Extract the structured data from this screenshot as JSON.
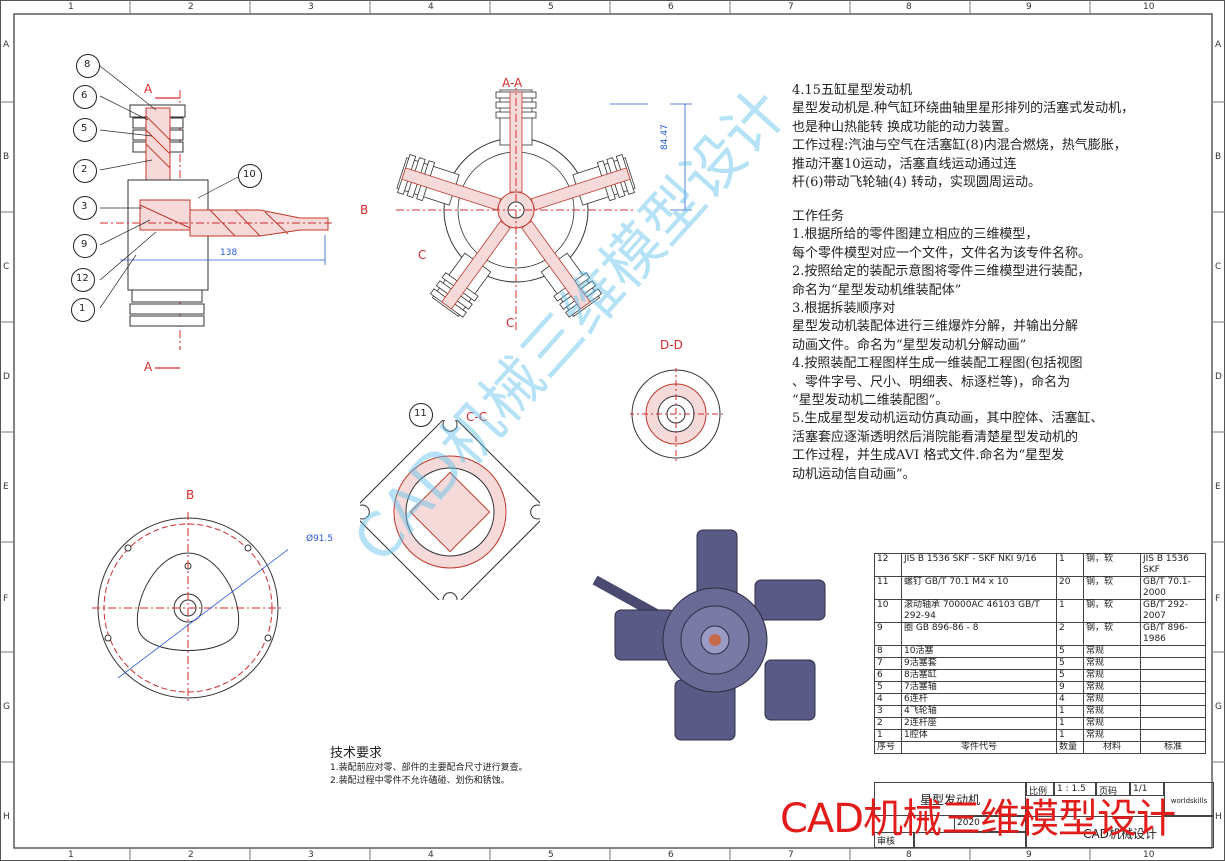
{
  "frame": {
    "columns": [
      "1",
      "2",
      "3",
      "4",
      "5",
      "6",
      "7",
      "8",
      "9",
      "10"
    ],
    "rows": [
      "A",
      "B",
      "C",
      "D",
      "E",
      "F",
      "G",
      "H"
    ]
  },
  "views": {
    "section_aa_label": "A-A",
    "view_b_label": "B",
    "section_cc_label": "C-C",
    "section_dd_label": "D-D",
    "cut_a_top": "A",
    "cut_a_bottom": "A",
    "cut_b_arrow": "B",
    "cut_c_left": "C",
    "cut_c_right": "C",
    "dim_height": "84.47",
    "dim_length": "138",
    "dim_diameter": "Ø91.5",
    "balloons": [
      "8",
      "6",
      "5",
      "2",
      "3",
      "9",
      "12",
      "1",
      "10",
      "11"
    ]
  },
  "description": {
    "lines": [
      "4.15五缸星型发动机",
      "星型发动机是.种气缸环绕曲轴里星形排列的活塞式发动机，",
      "也是种山热能转 换成功能的动力装置。",
      "工作过程:汽油与空气在活塞缸(8)内混合燃烧，热气膨胀，",
      "推动汗塞10运动，活塞直线运动通过连",
      "杆(6)带动飞轮轴(4) 转动，实现圆周运动。",
      "",
      "工作任务",
      "1.根据所给的零件图建立相应的三维模型，",
      "每个零件模型对应一个文件，文件名为该专件名称。",
      "2.按照给定的装配示意图将零件三维模型进行装配，",
      "命名为“星型发动机维装配体”",
      "3.根据拆装顺序对",
      "星型发动机装配体进行三维爆炸分解，并输出分解",
      "动画文件。命名为“星型发动机分解动画”",
      "4.按照装配工程图样生成一维装配工程图(包括视图",
      "、零件字号、尺小、明细表、标逐栏等)，命名为",
      "“星型发动机二维装配图”。",
      "5.生成星型发动机运动仿真动画，其中腔体、活塞缸、",
      "活塞套应逐渐透明然后消院能看清楚星型发动机的",
      "工作过程，并生成AVI 格式文件.命名为“星型发",
      "动机运动信自动画”。"
    ]
  },
  "requirements": {
    "title": "技术要求",
    "items": [
      "1.装配前应对零、部件的主要配合尺寸进行复查。",
      "2.装配过程中零件不允许磕碰、划伤和锈蚀。"
    ]
  },
  "bom": {
    "rows": [
      {
        "no": "12",
        "code": "JIS B 1536 SKF - SKF NKI 9/16",
        "qty": "1",
        "material": "钢，软",
        "standard": "JIS B 1536 SKF"
      },
      {
        "no": "11",
        "code": "螺钉 GB/T 70.1 M4 x 10",
        "qty": "20",
        "material": "钢，软",
        "standard": "GB/T 70.1-2000"
      },
      {
        "no": "10",
        "code": "滚动轴承 70000AC 46103 GB/T 292-94",
        "qty": "1",
        "material": "钢，软",
        "standard": "GB/T 292-2007"
      },
      {
        "no": "9",
        "code": "圈 GB 896-86 - 8",
        "qty": "2",
        "material": "钢，软",
        "standard": "GB/T 896-1986"
      },
      {
        "no": "8",
        "code": "10活塞",
        "qty": "5",
        "material": "常规",
        "standard": ""
      },
      {
        "no": "7",
        "code": "9活塞套",
        "qty": "5",
        "material": "常规",
        "standard": ""
      },
      {
        "no": "6",
        "code": "8活塞缸",
        "qty": "5",
        "material": "常规",
        "standard": ""
      },
      {
        "no": "5",
        "code": "7活塞轴",
        "qty": "9",
        "material": "常规",
        "standard": ""
      },
      {
        "no": "4",
        "code": "6连杆",
        "qty": "4",
        "material": "常规",
        "standard": ""
      },
      {
        "no": "3",
        "code": "4飞轮轴",
        "qty": "1",
        "material": "常规",
        "standard": ""
      },
      {
        "no": "2",
        "code": "2连杆座",
        "qty": "1",
        "material": "常规",
        "standard": ""
      },
      {
        "no": "1",
        "code": "1腔体",
        "qty": "1",
        "material": "常规",
        "standard": ""
      }
    ],
    "header": {
      "no": "序号",
      "code": "零件代号",
      "qty": "数量",
      "material": "材料",
      "standard": "标准"
    }
  },
  "title_block": {
    "title": "星型发动机",
    "scale_label": "比例",
    "scale_value": "1 : 1.5",
    "page_label": "页码",
    "page_value": "1/1",
    "year": "2020",
    "review_label": "审核",
    "company": "CAD机械设计",
    "logo_text": "worldskills"
  },
  "watermarks": {
    "red": "CAD机械三维模型设计",
    "blue": "CAD机械三维模型设计"
  },
  "colors": {
    "section_hatch": "#c0392b",
    "centerline": "#d42a2a",
    "dimension": "#2a5bd7",
    "render_body": "#5a5a86",
    "watermark_red": "#e21b1b",
    "watermark_blue": "#5abeeb"
  }
}
